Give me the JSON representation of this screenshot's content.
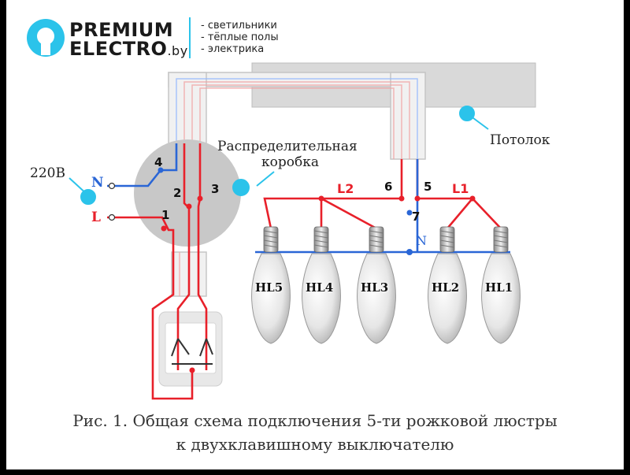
{
  "logo": {
    "line1": "PREMIUM",
    "line2": "ELECTRO",
    "suffix": ".by",
    "taglines": [
      "- светильники",
      "- тёплые полы",
      "- электрика"
    ],
    "brand_color": "#2bc3ea"
  },
  "labels": {
    "ceiling": "Потолок",
    "junction_box_line1": "Распределительная",
    "junction_box_line2": "коробка",
    "supply": "220В",
    "neutral": "N",
    "line": "L",
    "neutral_bus": "N",
    "group_left": "L2",
    "group_right": "L1"
  },
  "terminals": [
    "1",
    "2",
    "3",
    "4",
    "5",
    "6",
    "7"
  ],
  "lamps": [
    "HL5",
    "HL4",
    "HL3",
    "HL2",
    "HL1"
  ],
  "caption": {
    "line1": "Рис. 1.  Общая схема подключения 5-ти рожковой люстры",
    "line2": "к двухклавишному выключателю"
  },
  "colors": {
    "phase_wire": "#e8202a",
    "neutral_wire": "#2a66d6",
    "callout": "#2bc3ea",
    "junction_box": "#c8c8c8",
    "ceiling": "#d9d9d9"
  }
}
